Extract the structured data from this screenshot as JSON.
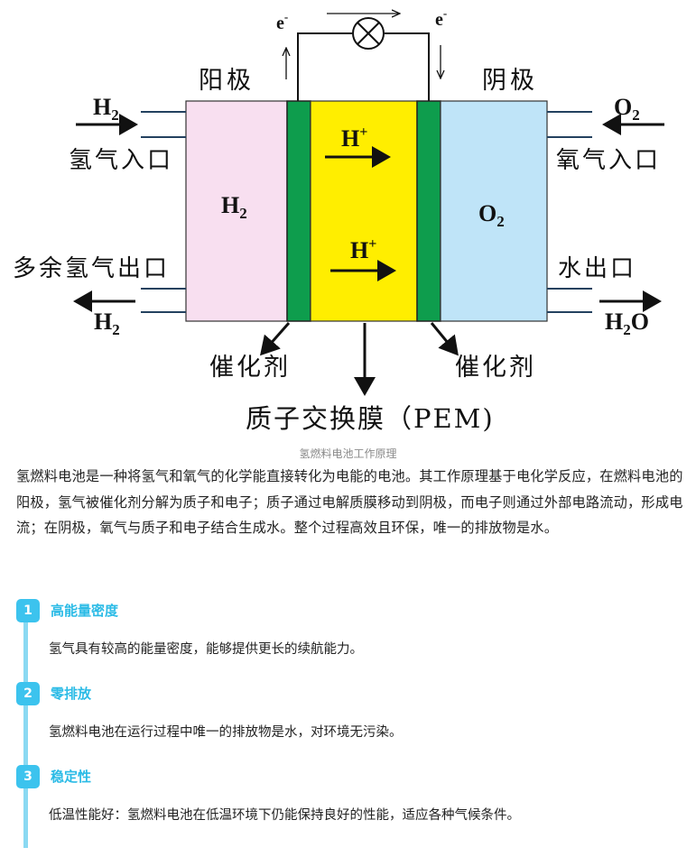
{
  "diagram": {
    "electron_left": "e",
    "electron_right": "e",
    "electron_charge": "-",
    "anode_label": "阳极",
    "cathode_label": "阴极",
    "h2_in": "H",
    "h2_in_sub": "2",
    "h2_inlet_label": "氢气入口",
    "o2_in": "O",
    "o2_in_sub": "2",
    "o2_inlet_label": "氧气入口",
    "anode_gas": "H",
    "anode_gas_sub": "2",
    "cathode_gas": "O",
    "cathode_gas_sub": "2",
    "proton_1": "H",
    "proton_2": "H",
    "proton_charge": "+",
    "excess_h2_label": "多余氢气出口",
    "h2_out": "H",
    "h2_out_sub": "2",
    "water_outlet_label": "水出口",
    "water_out": "H",
    "water_out_sub": "2",
    "water_out_tail": "O",
    "catalyst_left": "催化剂",
    "catalyst_right": "催化剂",
    "pem_label": "质子交换膜（PEM)",
    "colors": {
      "anode_chamber": "#f8dff0",
      "catalyst": "#0e9d4d",
      "membrane": "#ffee00",
      "cathode_chamber": "#bfe4f8"
    }
  },
  "caption": "氢燃料电池工作原理",
  "intro": "氢燃料电池是一种将氢气和氧气的化学能直接转化为电能的电池。其工作原理基于电化学反应，在燃料电池的阳极，氢气被催化剂分解为质子和电子；质子通过电解质膜移动到阴极，而电子则通过外部电路流动，形成电流；在阴极，氧气与质子和电子结合生成水。整个过程高效且环保，唯一的排放物是水。",
  "features": [
    {
      "number": "1",
      "title": "高能量密度",
      "desc": "氢气具有较高的能量密度，能够提供更长的续航能力。"
    },
    {
      "number": "2",
      "title": "零排放",
      "desc": "氢燃料电池在运行过程中唯一的排放物是水，对环境无污染。"
    },
    {
      "number": "3",
      "title": "稳定性",
      "desc": "低温性能好：氢燃料电池在低温环境下仍能保持良好的性能，适应各种气候条件。"
    }
  ]
}
